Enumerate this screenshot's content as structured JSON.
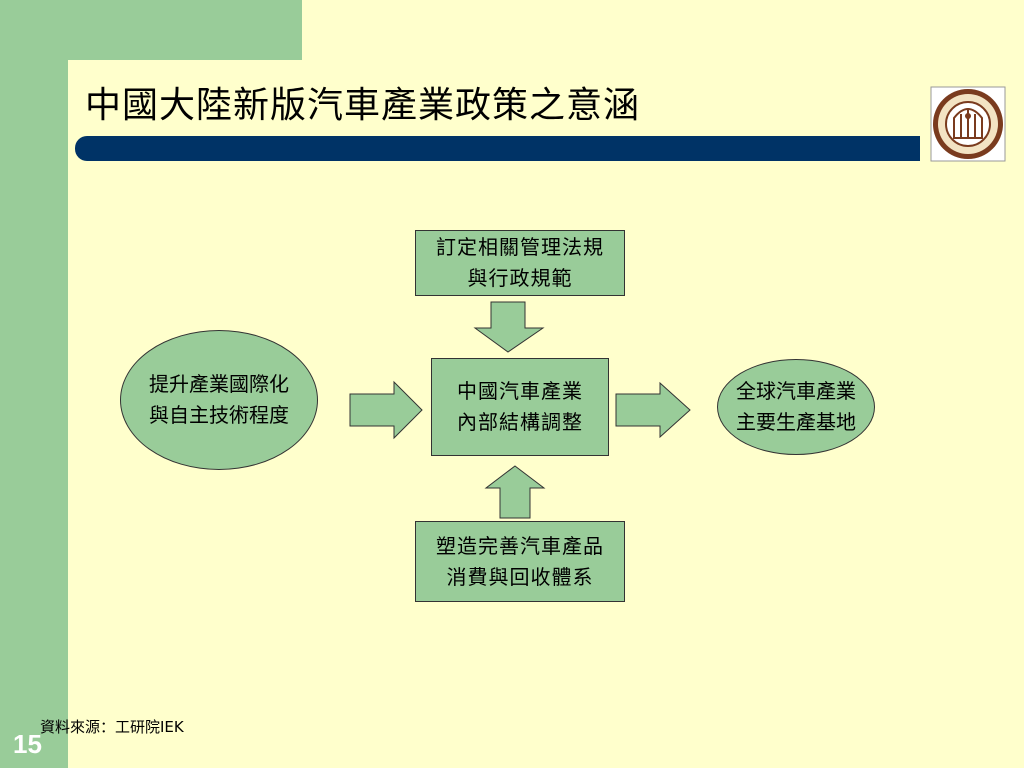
{
  "slide": {
    "title": "中國大陸新版汽車產業政策之意涵",
    "page_number": "15",
    "source": "資料來源：工研院IEK"
  },
  "diagram": {
    "top": [
      "訂定相關管理法規",
      "與行政規範"
    ],
    "center": [
      "中國汽車產業",
      "內部結構調整"
    ],
    "bottom": [
      "塑造完善汽車產品",
      "消費與回收體系"
    ],
    "left": [
      "提升產業國際化",
      "與自主技術程度"
    ],
    "right": [
      "全球汽車產業",
      "主要生產基地"
    ]
  },
  "colors": {
    "background": "#ffffcc",
    "accent_green": "#99cc99",
    "title_rule": "#003366",
    "logo_border": "#7a3b1e"
  },
  "icons": {
    "logo": "university-seal-icon"
  }
}
